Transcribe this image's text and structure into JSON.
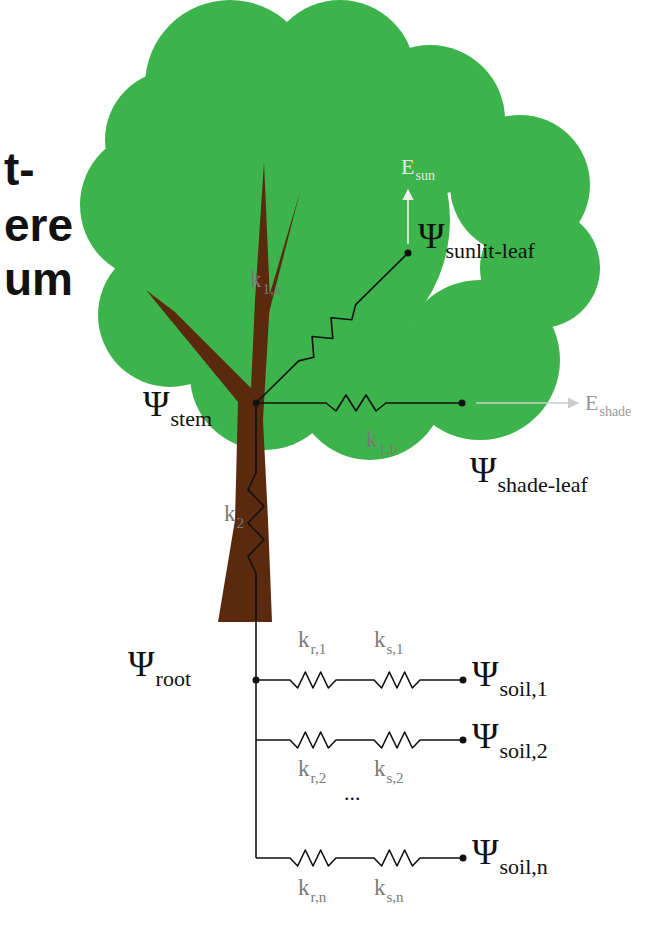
{
  "diagram": {
    "labels": [
      "t-",
      "ere",
      "um",
      "E",
      "sun",
      "Ψ",
      "sunlit-leaf",
      "k",
      "1,a",
      "Ψ",
      "stem",
      "k",
      "1,b",
      "E",
      "shade",
      "Ψ",
      "shade-leaf",
      "k",
      "2",
      "Ψ",
      "root",
      "k",
      "r,1",
      "k",
      "s,1",
      "Ψ",
      "soil,1",
      "k",
      "r,2",
      "k",
      "s,2",
      "Ψ",
      "soil,2",
      "...",
      "k",
      "r,n",
      "k",
      "s,n",
      "Ψ",
      "soil,n"
    ]
  }
}
